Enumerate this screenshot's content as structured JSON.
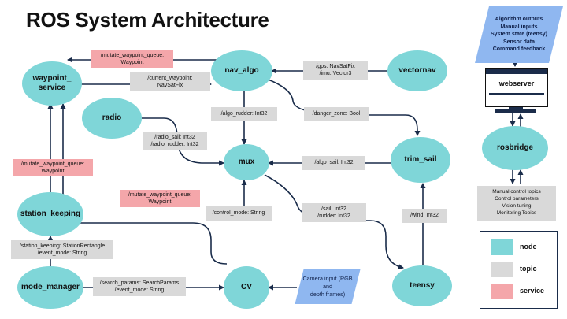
{
  "title": "ROS System Architecture",
  "colors": {
    "node": "#7fd6d8",
    "topic": "#d9d9d9",
    "service": "#f4a6aa",
    "external": "#8fb7f0",
    "edge": "#1a2c4a"
  },
  "nodes": {
    "waypoint_service_line1": "waypoint_",
    "waypoint_service_line2": "service",
    "nav_algo": "nav_algo",
    "vectornav": "vectornav",
    "radio": "radio",
    "mux": "mux",
    "trim_sail": "trim_sail",
    "station_keeping": "station_keeping",
    "mode_manager": "mode_manager",
    "cv": "CV",
    "teensy": "teensy",
    "rosbridge": "rosbridge"
  },
  "topics": {
    "current_waypoint": [
      "/current_waypoint:",
      "NavSatFix"
    ],
    "gps_imu": [
      "/gps: NavSatFix",
      "/imu: Vector3"
    ],
    "algo_rudder": [
      "/algo_rudder: Int32"
    ],
    "danger_zone": [
      "/danger_zone: Bool"
    ],
    "radio_sail_rudder": [
      "/radio_sail: Int32",
      "/radio_rudder: Int32"
    ],
    "algo_sail": [
      "/algo_sail: Int32"
    ],
    "control_mode": [
      "/control_mode: String"
    ],
    "sail_rudder": [
      "/sail: Int32",
      "/rudder: Int32"
    ],
    "wind": [
      "/wind: Int32"
    ],
    "station_keeping_event": [
      "/station_keeping: StationRectangle",
      "/event_mode: String"
    ],
    "search_params": [
      "/search_params: SearchParams",
      "/event_mode: String"
    ]
  },
  "services": {
    "mutate_top": [
      "/mutate_waypoint_queue:",
      "Waypoint"
    ],
    "mutate_left": [
      "/mutate_waypoint_queue:",
      "Waypoint"
    ],
    "mutate_mid": [
      "/mutate_waypoint_queue:",
      "Waypoint"
    ]
  },
  "external": {
    "algorithm_outputs": [
      "Algorithm outputs",
      "Manual inputs",
      "System state (teensy)",
      "Sensor data",
      "Command feedback"
    ],
    "camera_input": [
      "Camera input (RGB and",
      "depth frames)"
    ],
    "webserver": "webserver",
    "control_topics": [
      "Manual control topics",
      "Control parameters",
      "Vision tuning",
      "Monitoring Topics"
    ]
  },
  "legend": {
    "node": "node",
    "topic": "topic",
    "service": "service"
  }
}
